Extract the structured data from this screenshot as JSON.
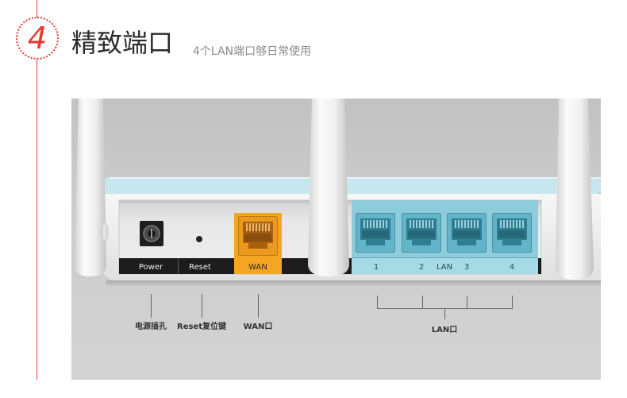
{
  "header": {
    "step_number": "4",
    "title": "精致端口",
    "subtitle": "4个LAN端口够日常使用"
  },
  "panel_labels": {
    "power": "Power",
    "reset": "Reset",
    "wan": "WAN",
    "lan_1": "1",
    "lan_2": "2",
    "lan": "LAN",
    "lan_3": "3",
    "lan_4": "4"
  },
  "callouts": {
    "power": "电源插孔",
    "reset": "Reset复位键",
    "wan": "WAN口",
    "lan": "LAN口"
  },
  "colors": {
    "accent_red": "#e63a30",
    "wan_orange": "#f4a623",
    "lan_blue": "#8dcddb",
    "router_top_blue": "#c6e7ee"
  }
}
